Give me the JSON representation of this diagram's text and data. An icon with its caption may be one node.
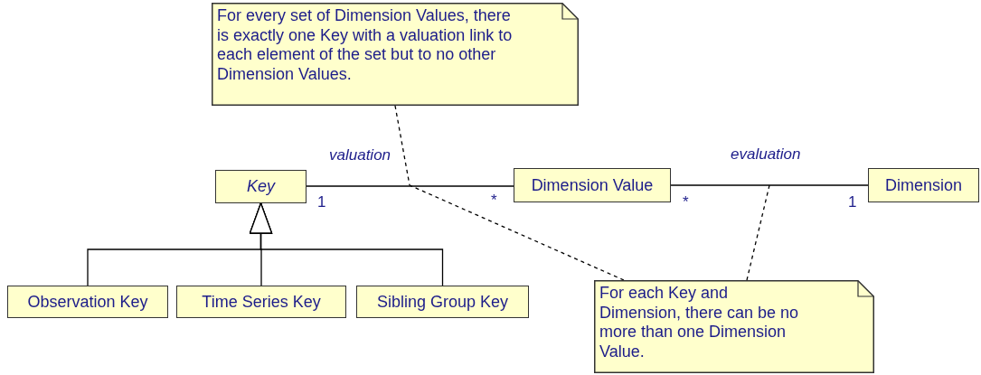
{
  "diagram": {
    "nodes": [
      {
        "text": [
          "For every set of Dimension Values, there is exactly one Key with a valuation link to each element of the set but to no other Dimension Values."
        ]
      },
      {
        "text": [
          "Key"
        ]
      },
      {
        "text": [
          "Dimension Value"
        ]
      },
      {
        "text": [
          "Dimension"
        ]
      },
      {
        "text": [
          "Observation Key"
        ]
      },
      {
        "text": [
          "Time Series Key"
        ]
      },
      {
        "text": [
          "Sibling Group Key"
        ]
      },
      {
        "text": [
          "For each Key and Dimension, there can be no more than one Dimension Value."
        ]
      }
    ],
    "edges": [
      {
        "from": 1,
        "to": 2,
        "arrow": "none",
        "label": "valuation"
      },
      {
        "from": 2,
        "to": 3,
        "arrow": "none",
        "label": "evaluation"
      },
      {
        "from": 4,
        "to": 1,
        "arrow": "to"
      },
      {
        "from": 5,
        "to": 1,
        "arrow": "to"
      },
      {
        "from": 6,
        "to": 1,
        "arrow": "to"
      },
      {
        "from": 0,
        "to": null,
        "arrow": "none",
        "style": "dashed"
      },
      {
        "from": 7,
        "to": null,
        "arrow": "none",
        "style": "dashed"
      },
      {
        "from": 7,
        "to": null,
        "arrow": "none",
        "style": "dashed"
      }
    ],
    "labels": [
      "1",
      "*",
      "*",
      "1"
    ]
  }
}
